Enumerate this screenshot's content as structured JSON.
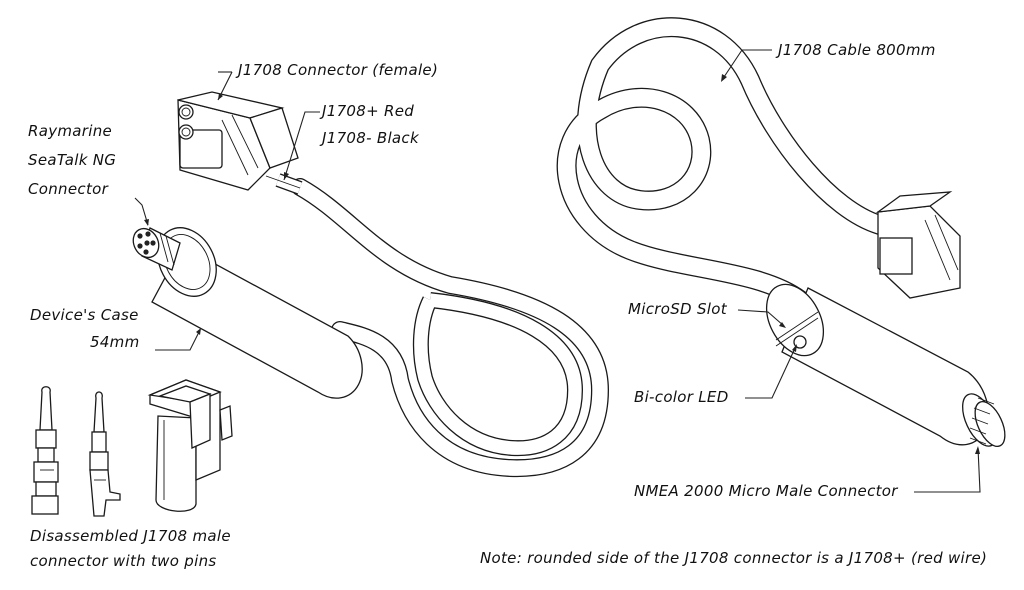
{
  "labels": {
    "connector_female": "J1708 Connector (female)",
    "wire_red": "J1708+ Red",
    "wire_black": "J1708- Black",
    "seatalk_1": "Raymarine",
    "seatalk_2": "SeaTalk NG",
    "seatalk_3": "Connector",
    "case_1": "Device's Case",
    "case_2": "54mm",
    "cable": "J1708 Cable 800mm",
    "microsd": "MicroSD Slot",
    "led": "Bi-color LED",
    "nmea": "NMEA 2000 Micro Male Connector",
    "disassembled_1": "Disassembled J1708 male",
    "disassembled_2": "connector with two pins",
    "note": "Note: rounded side of the J1708 connector is a J1708+ (red wire)"
  }
}
